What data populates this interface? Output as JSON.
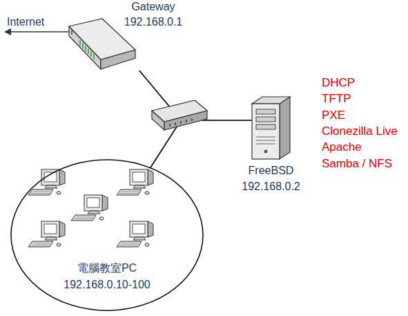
{
  "diagram": {
    "nodes": [
      {
        "text": [
          "Gateway",
          "192.168.0.1"
        ]
      },
      {
        "text": [
          "FreeBSD",
          "192.168.0.2"
        ]
      },
      {
        "text": [
          "電腦教室PC",
          "192.168.0.10-100"
        ]
      }
    ],
    "edges": [
      {
        "from": 0,
        "to": 1,
        "arrow": "none"
      },
      {
        "from": 0,
        "to": 2,
        "arrow": "none"
      },
      {
        "from": 2,
        "to": 1,
        "arrow": "none"
      }
    ],
    "labels": [
      "Internet",
      "DHCP",
      "TFTP",
      "PXE",
      "Clonezilla Live",
      "Apache",
      "Samba / NFS"
    ]
  }
}
